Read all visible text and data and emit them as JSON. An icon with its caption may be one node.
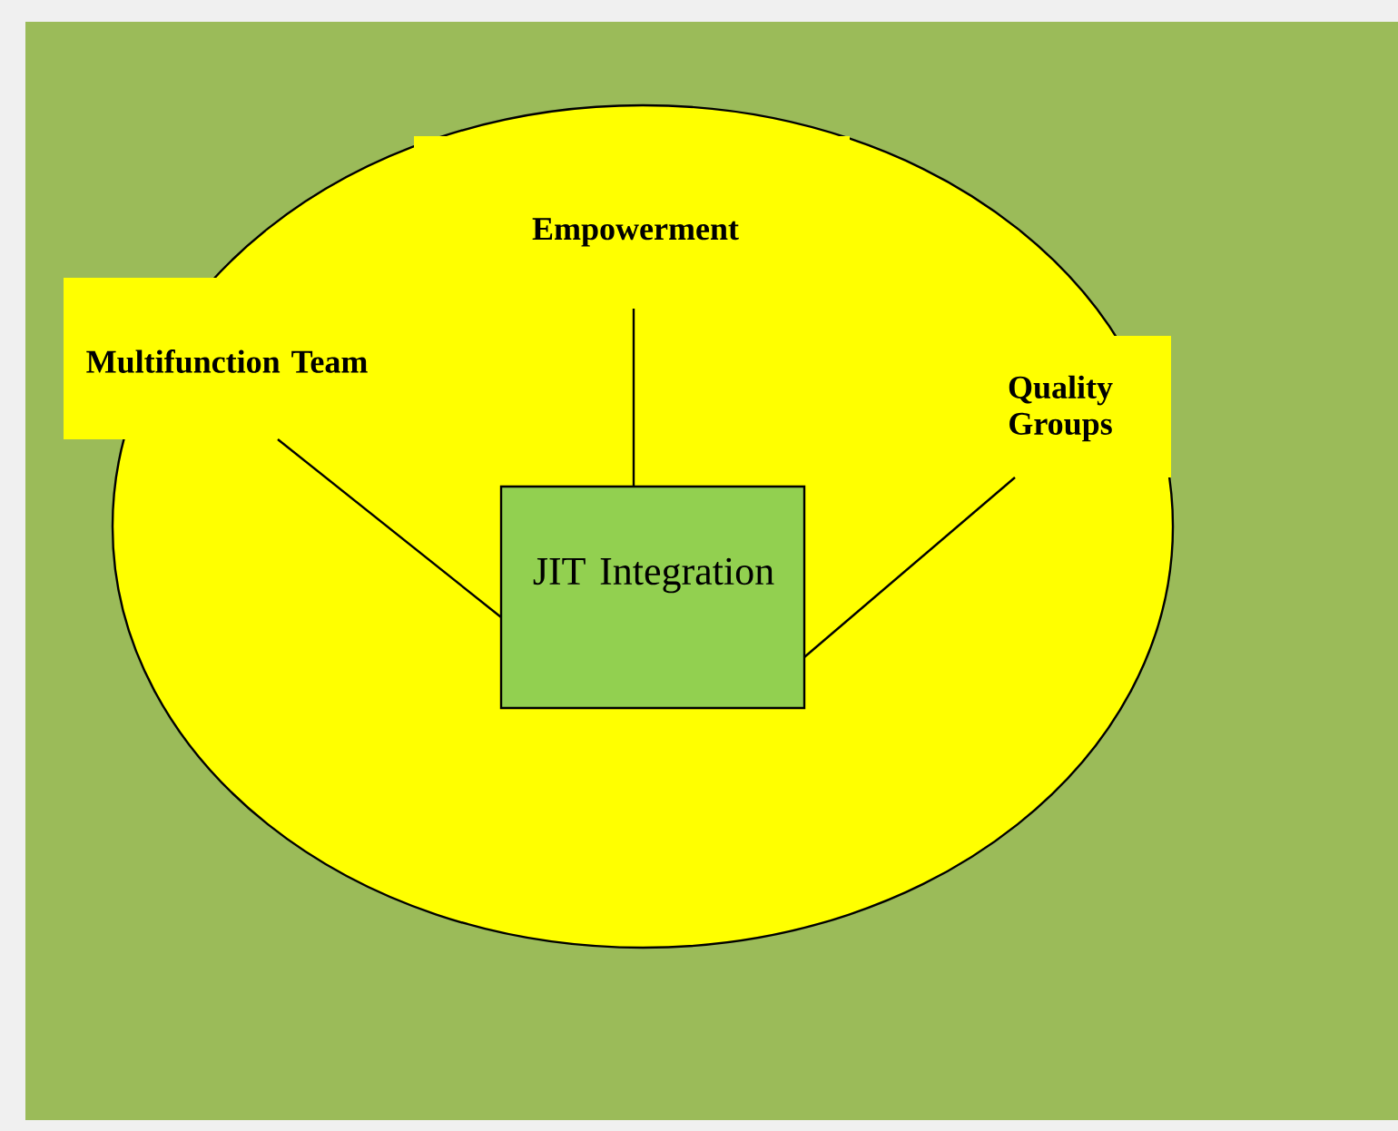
{
  "diagram": {
    "nodes": [
      {
        "text": [
          "Empowerment"
        ]
      },
      {
        "text": [
          "Multifunction Team"
        ]
      },
      {
        "text": [
          "Quality Groups"
        ]
      },
      {
        "text": [
          "JIT Integration"
        ]
      }
    ],
    "edges": [
      {
        "from": 1,
        "to": 3,
        "arrow": "none"
      },
      {
        "from": 0,
        "to": 3,
        "arrow": "none"
      },
      {
        "from": 2,
        "to": 3,
        "arrow": "none"
      }
    ]
  }
}
